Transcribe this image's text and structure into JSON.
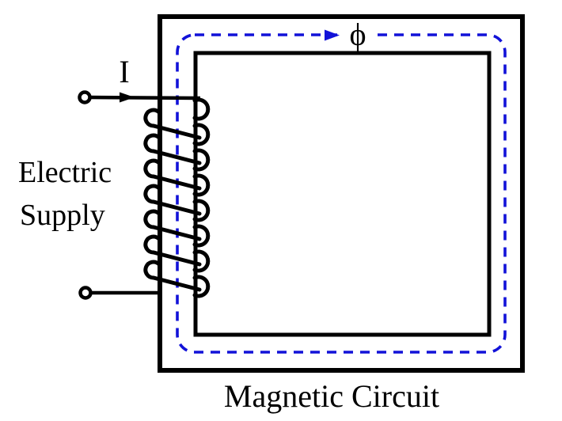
{
  "diagram": {
    "caption": "Magnetic Circuit",
    "supply_label": [
      "Electric",
      "Supply"
    ],
    "current_label": "I",
    "flux_label": "ϕ",
    "coil_turns": 8,
    "colors": {
      "line": "#000000",
      "flux": "#1212d8",
      "background": "#ffffff"
    }
  }
}
